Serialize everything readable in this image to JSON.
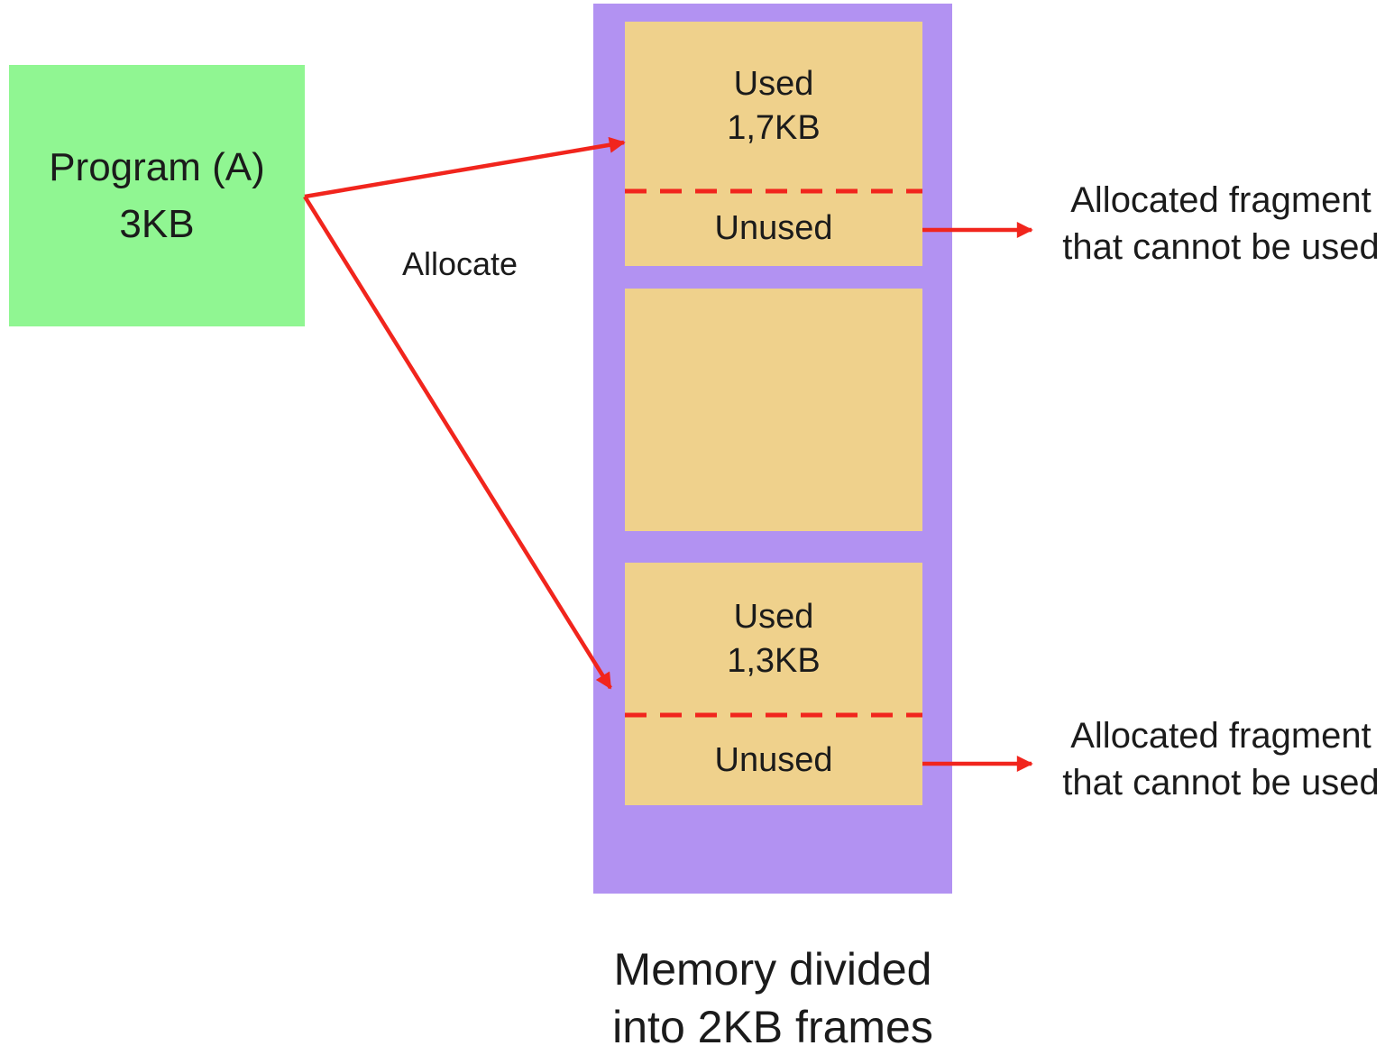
{
  "colors": {
    "green": "#90f692",
    "purple": "#b292f2",
    "tan": "#efd18c",
    "red": "#f1251d",
    "text": "#1b1b1b",
    "background": "#ffffff"
  },
  "program": {
    "name": "Program (A)",
    "size": "3KB"
  },
  "allocate": {
    "label": "Allocate"
  },
  "memory": {
    "caption_line1": "Memory divided",
    "caption_line2": "into 2KB frames",
    "frames": [
      {
        "used_label": "Used",
        "used_size": "1,7KB",
        "unused_label": "Unused"
      },
      {
        "used_label": "",
        "used_size": "",
        "unused_label": ""
      },
      {
        "used_label": "Used",
        "used_size": "1,3KB",
        "unused_label": "Unused"
      }
    ]
  },
  "fragment_note": {
    "line1": "Allocated fragment",
    "line2": "that cannot be used"
  }
}
